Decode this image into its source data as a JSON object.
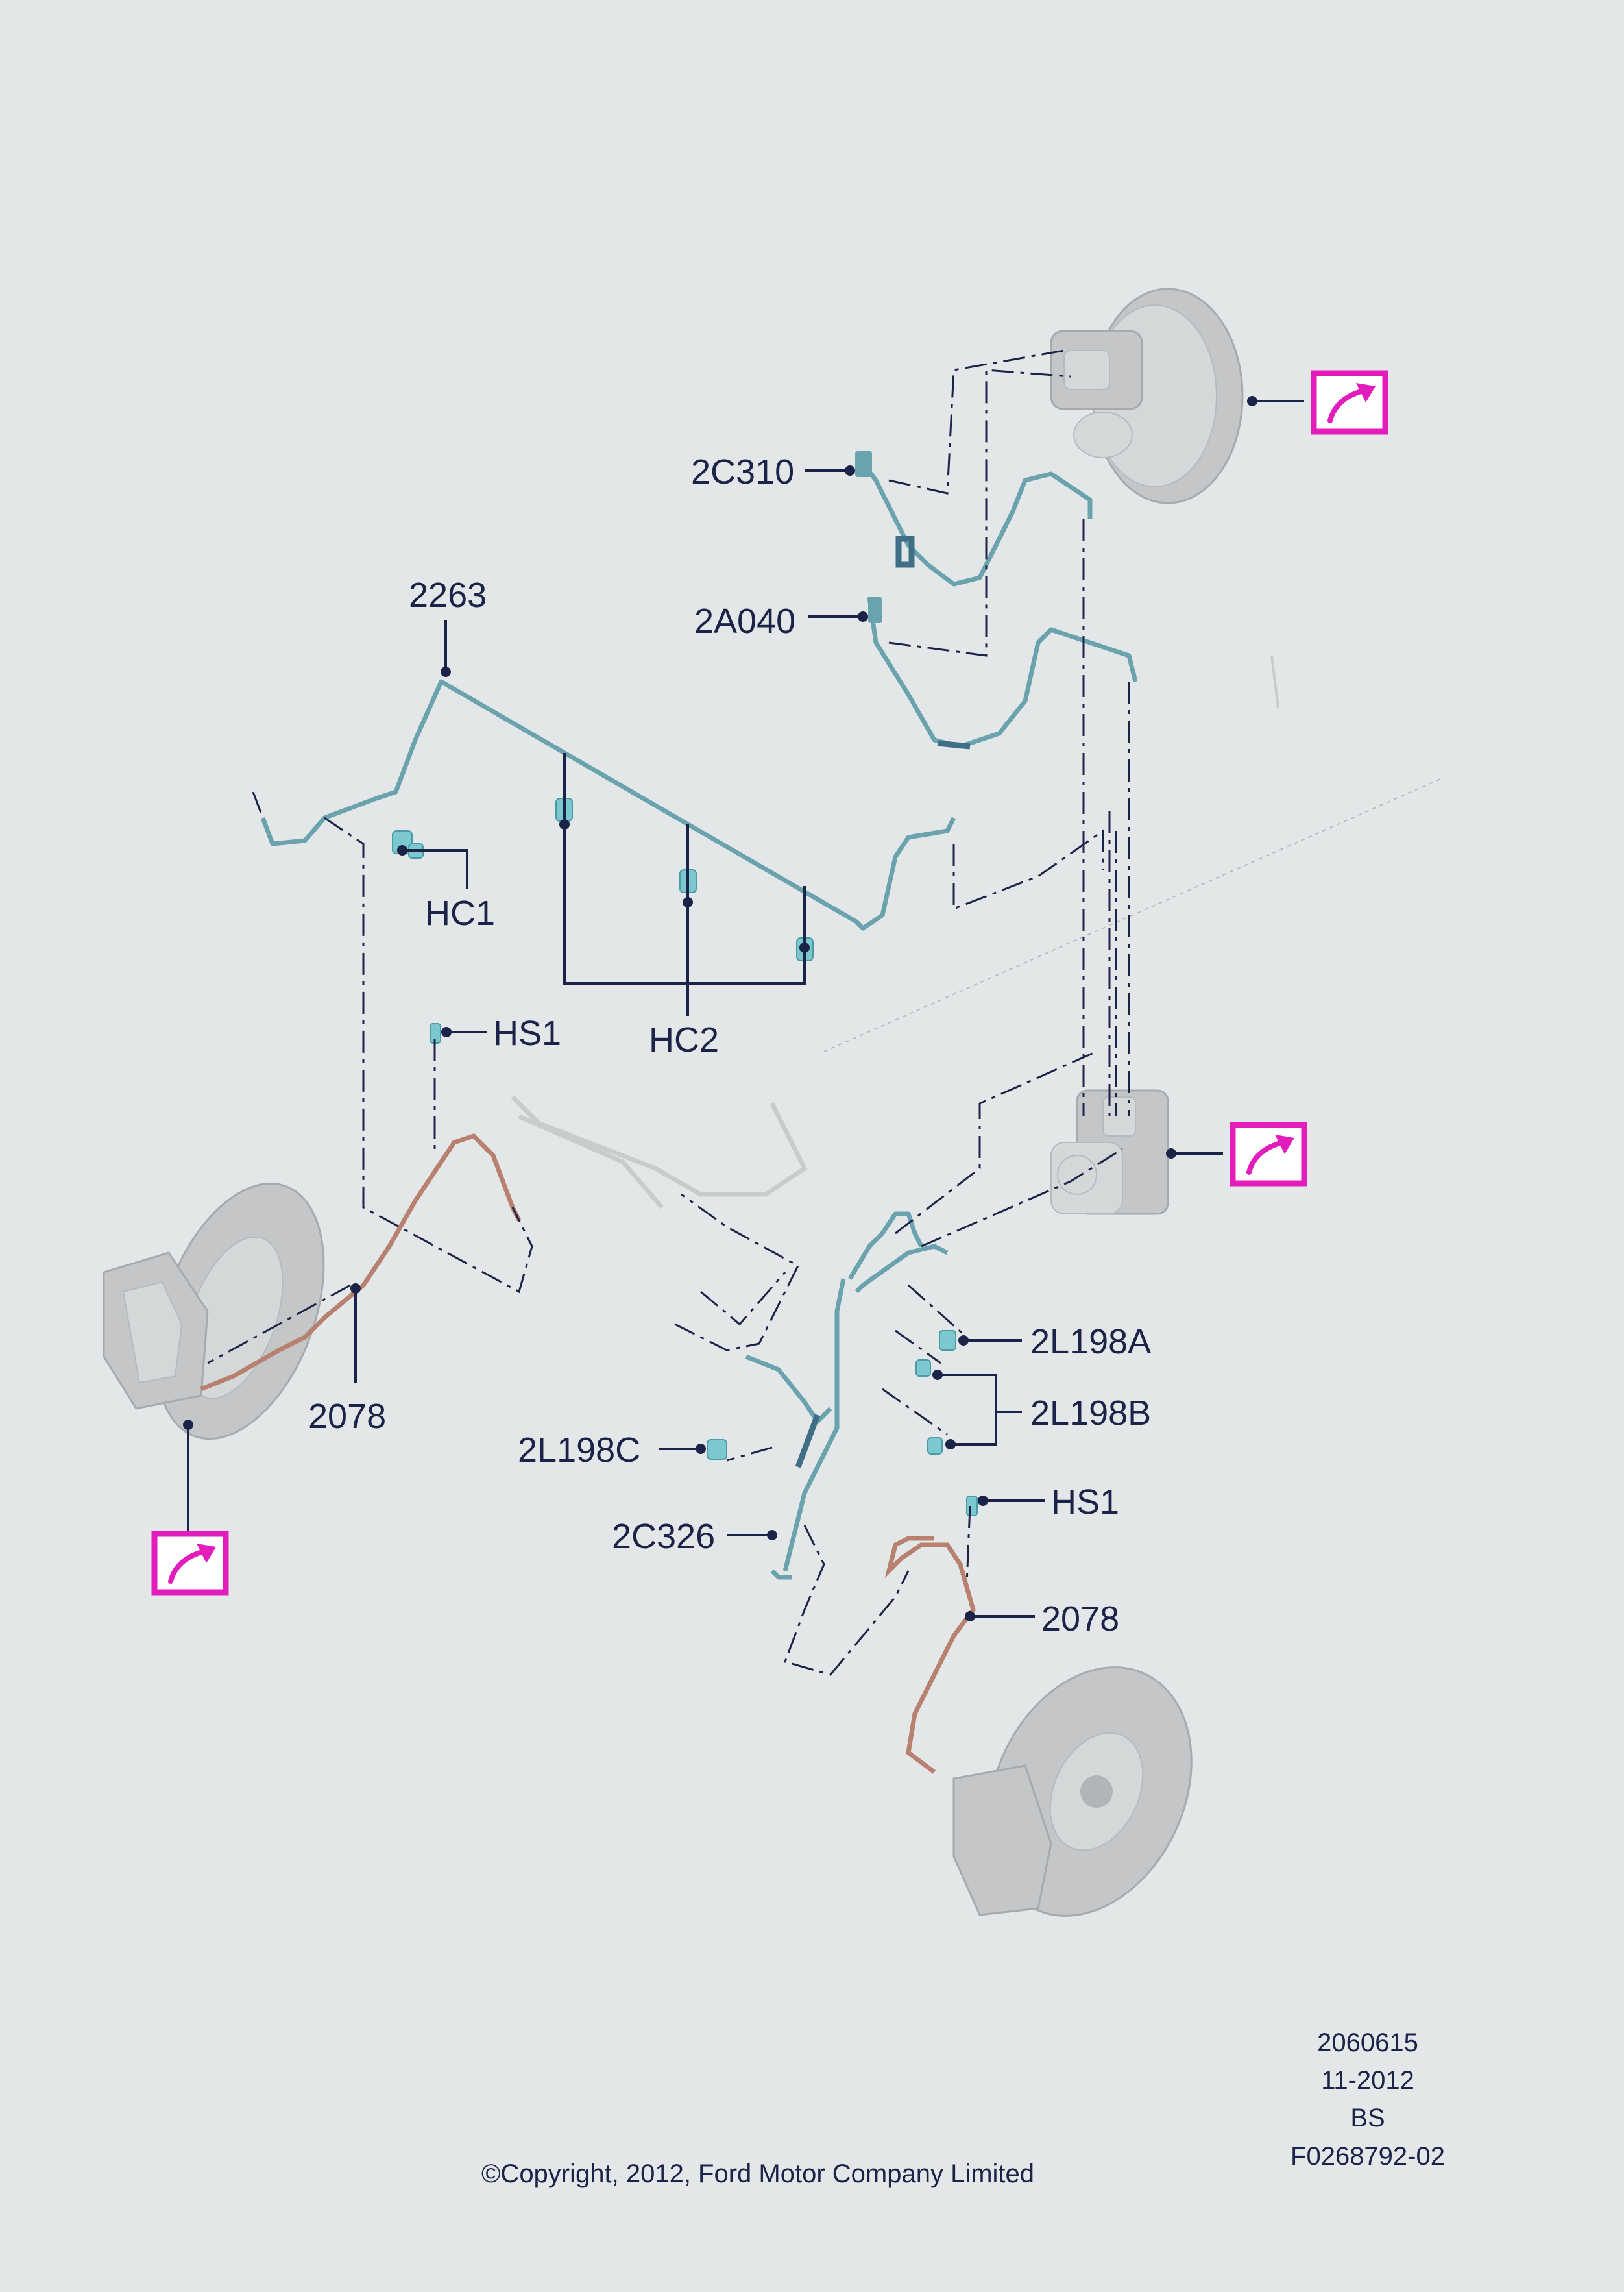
{
  "diagram": {
    "callouts": {
      "c_2C310": "2C310",
      "c_2A040": "2A040",
      "c_2263": "2263",
      "c_HC1": "HC1",
      "c_HC2": "HC2",
      "c_HS1_left": "HS1",
      "c_2078_left": "2078",
      "c_2L198A": "2L198A",
      "c_2L198B": "2L198B",
      "c_2L198C": "2L198C",
      "c_2C326": "2C326",
      "c_HS1_right": "HS1",
      "c_2078_right": "2078"
    },
    "nav_links": [
      "brake-booster-link",
      "abs-module-link",
      "front-brake-link"
    ]
  },
  "footer": {
    "doc_number": "2060615",
    "date": "11-2012",
    "region": "BS",
    "figure_id": "F0268792-02",
    "copyright": "©Copyright, 2012, Ford Motor Company Limited"
  },
  "colors": {
    "label_text": "#1c2348",
    "nav_accent": "#e21dbb",
    "pipe": "#6aa3ad",
    "hose": "#b8806f",
    "background": "#e4e7e8"
  }
}
